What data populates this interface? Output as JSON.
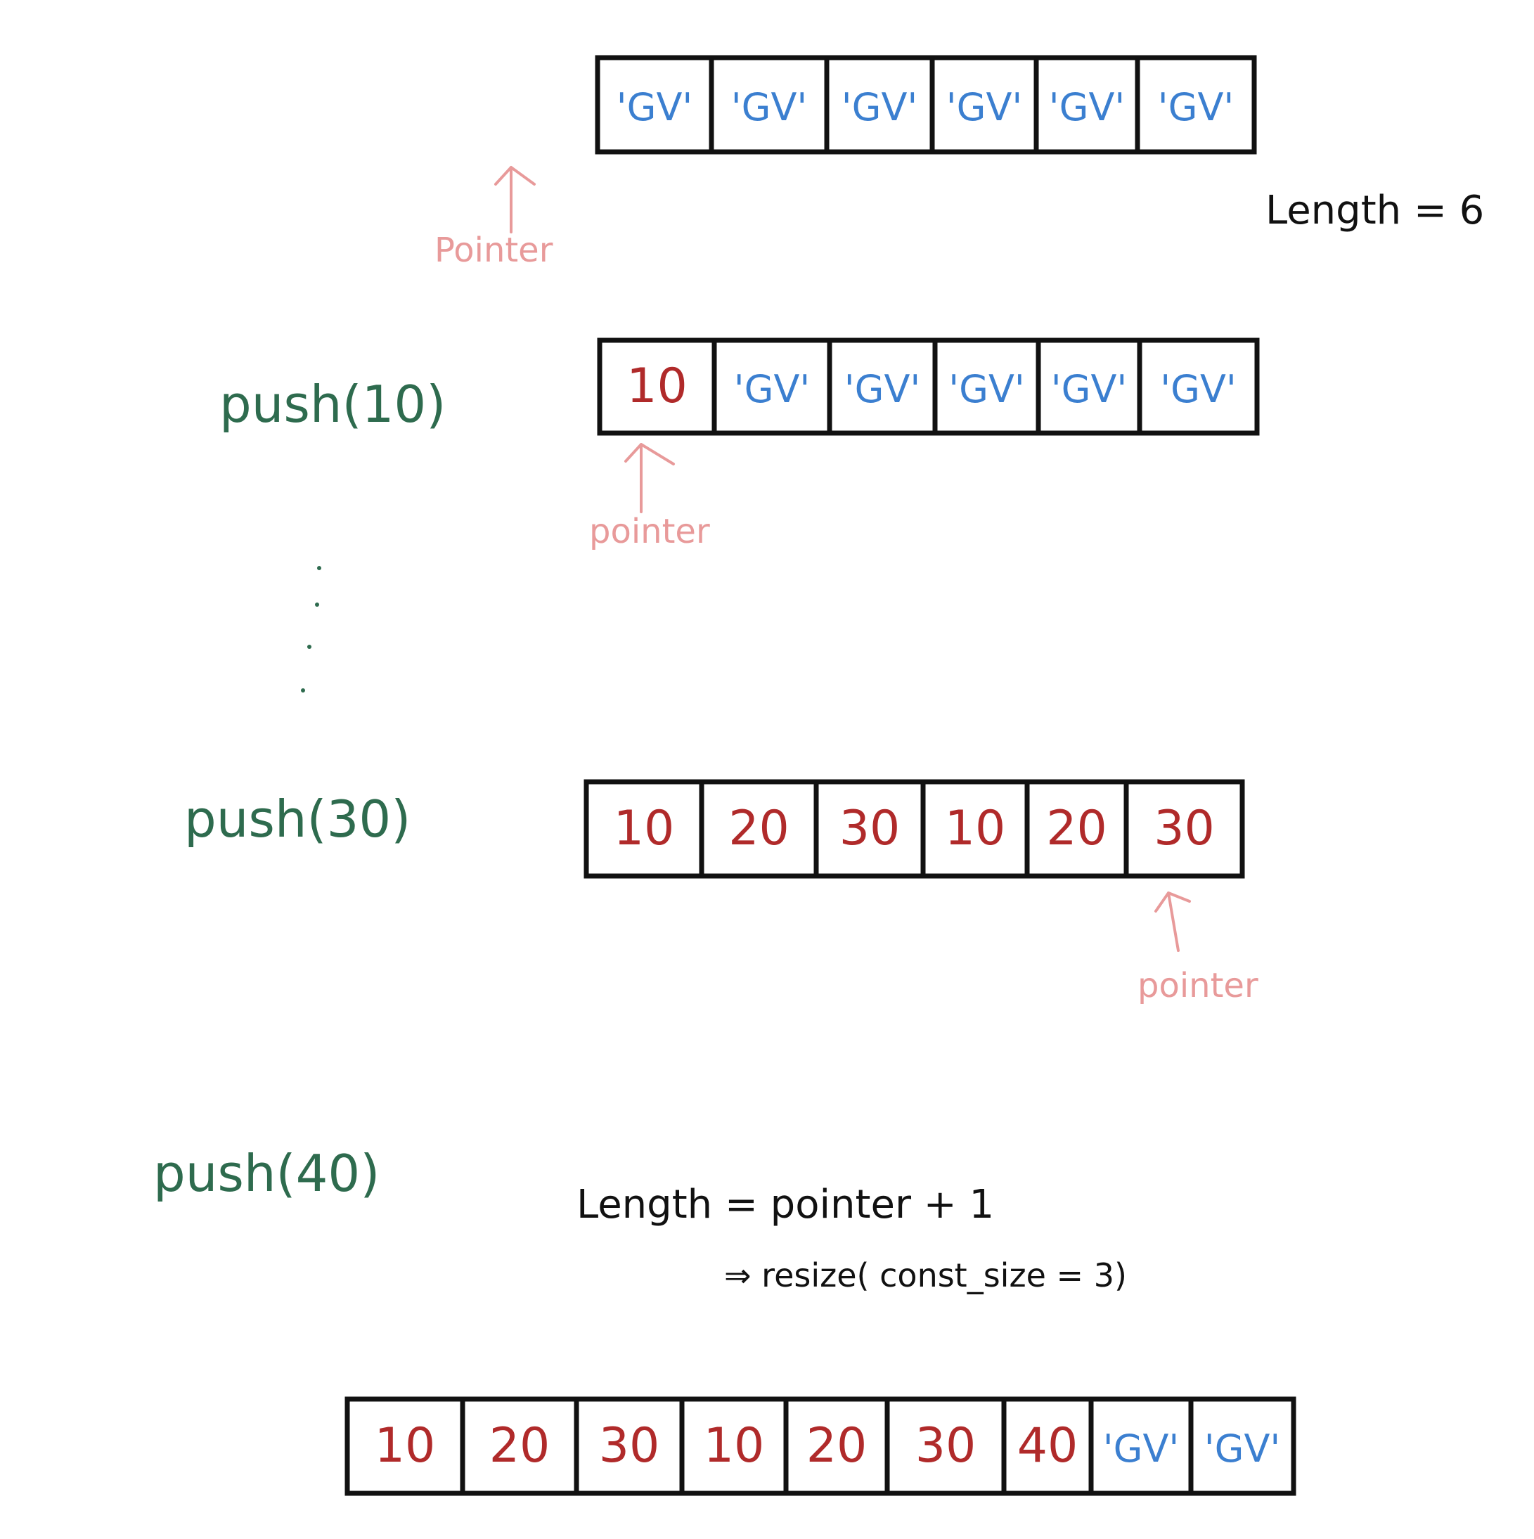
{
  "colors": {
    "ink": "#111111",
    "operation_green": "#2e6b4e",
    "pointer_pink": "#e89a9a",
    "garbage_blue": "#3b7fd0",
    "value_red": "#b02a2a"
  },
  "arrays": [
    {
      "cells": [
        "'GV'",
        "'GV'",
        "'GV'",
        "'GV'",
        "'GV'",
        "'GV'"
      ],
      "kinds": [
        "gv",
        "gv",
        "gv",
        "gv",
        "gv",
        "gv"
      ],
      "pointer_label": "Pointer"
    },
    {
      "operation": "push(10)",
      "cells": [
        "10",
        "'GV'",
        "'GV'",
        "'GV'",
        "'GV'",
        "'GV'"
      ],
      "kinds": [
        "num",
        "gv",
        "gv",
        "gv",
        "gv",
        "gv"
      ],
      "pointer_label": "pointer"
    },
    {
      "operation": "push(30)",
      "cells": [
        "10",
        "20",
        "30",
        "10",
        "20",
        "30"
      ],
      "kinds": [
        "num",
        "num",
        "num",
        "num",
        "num",
        "num"
      ],
      "pointer_label": "pointer"
    },
    {
      "cells": [
        "10",
        "20",
        "30",
        "10",
        "20",
        "30",
        "40",
        "'GV'",
        "'GV'"
      ],
      "kinds": [
        "num",
        "num",
        "num",
        "num",
        "num",
        "num",
        "num",
        "gv",
        "gv"
      ]
    }
  ],
  "length_note": "Length = 6",
  "push40": "push(40)",
  "condition": "Length = pointer + 1",
  "resize_note": "⇒ resize( const_size = 3)"
}
